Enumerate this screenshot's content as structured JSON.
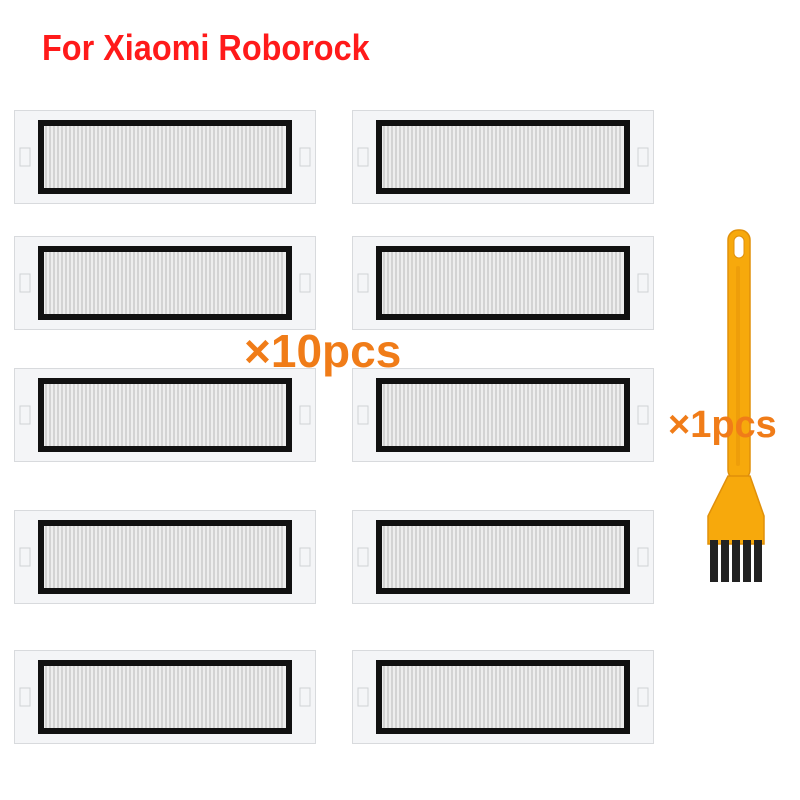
{
  "title": "For Xiaomi Roborock",
  "filters_quantity_label": "×10pcs",
  "brush_quantity_label": "×1pcs",
  "colors": {
    "title": "#ff1a1a",
    "quantity": "#f07c18",
    "brush": "#f7a90c",
    "bristles": "#222222",
    "filter_frame": "#f4f5f7",
    "filter_border": "#111111"
  },
  "items": {
    "filter_count": 10,
    "brush_count": 1
  }
}
